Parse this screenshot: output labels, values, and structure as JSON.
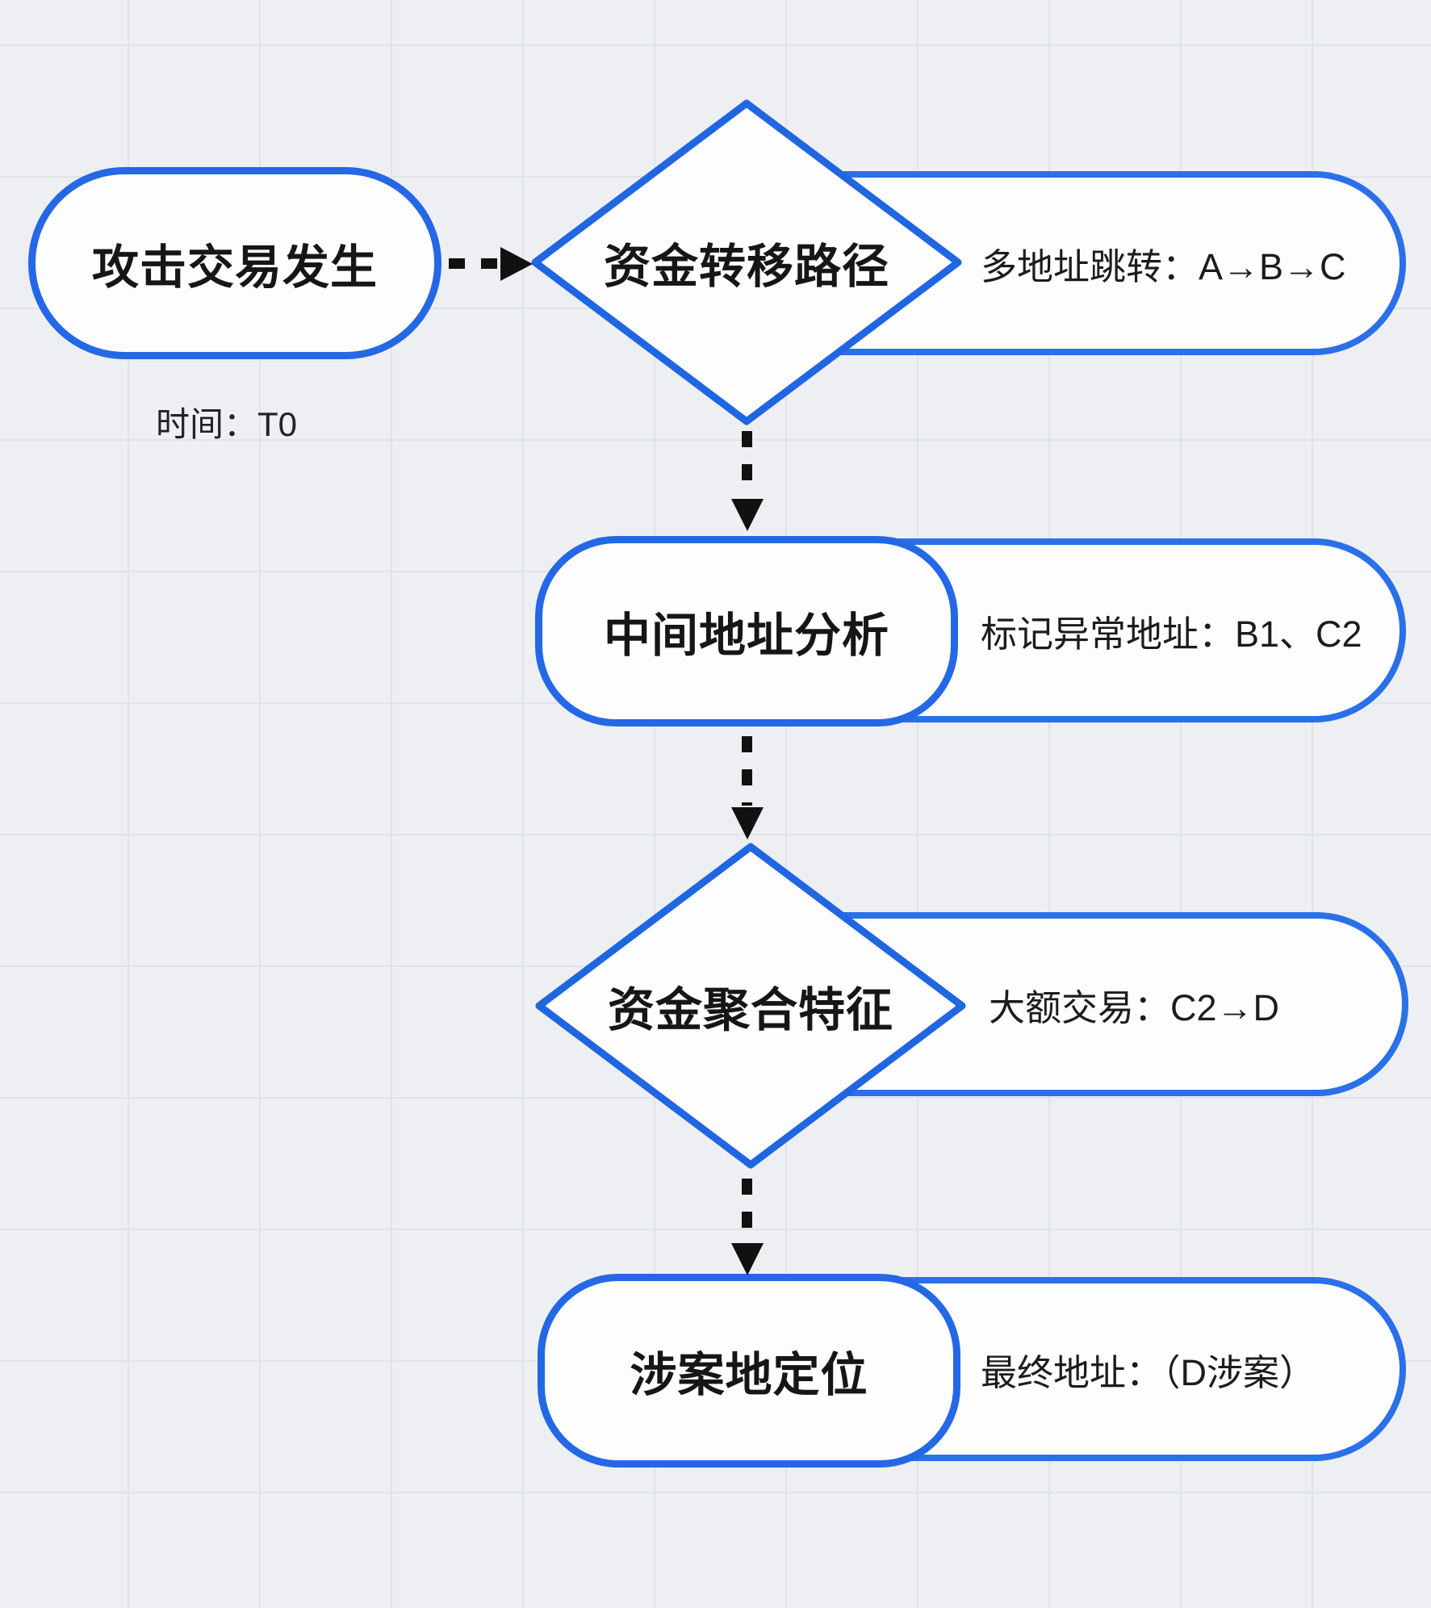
{
  "flowchart": {
    "title_meaning": "fund tracing flow",
    "node_attack": {
      "title": "攻击交易发生",
      "caption": "时间：T0"
    },
    "node_transfer_path": {
      "title": "资金转移路径",
      "annotation": "多地址跳转：A→B→C"
    },
    "node_intermediate": {
      "title": "中间地址分析",
      "annotation": "标记异常地址：B1、C2"
    },
    "node_aggregation": {
      "title": "资金聚合特征",
      "annotation": "大额交易：C2→D"
    },
    "node_target": {
      "title": "涉案地定位",
      "annotation": "最终地址：（D涉案）"
    }
  },
  "colors": {
    "node_border": "#2468e5",
    "annotation_border": "#2a70e8",
    "shape_fill": "#fdfdfe",
    "arrow": "#111111",
    "text": "#161616",
    "background": "#edeff2",
    "grid_line": "#e0e3e7"
  }
}
